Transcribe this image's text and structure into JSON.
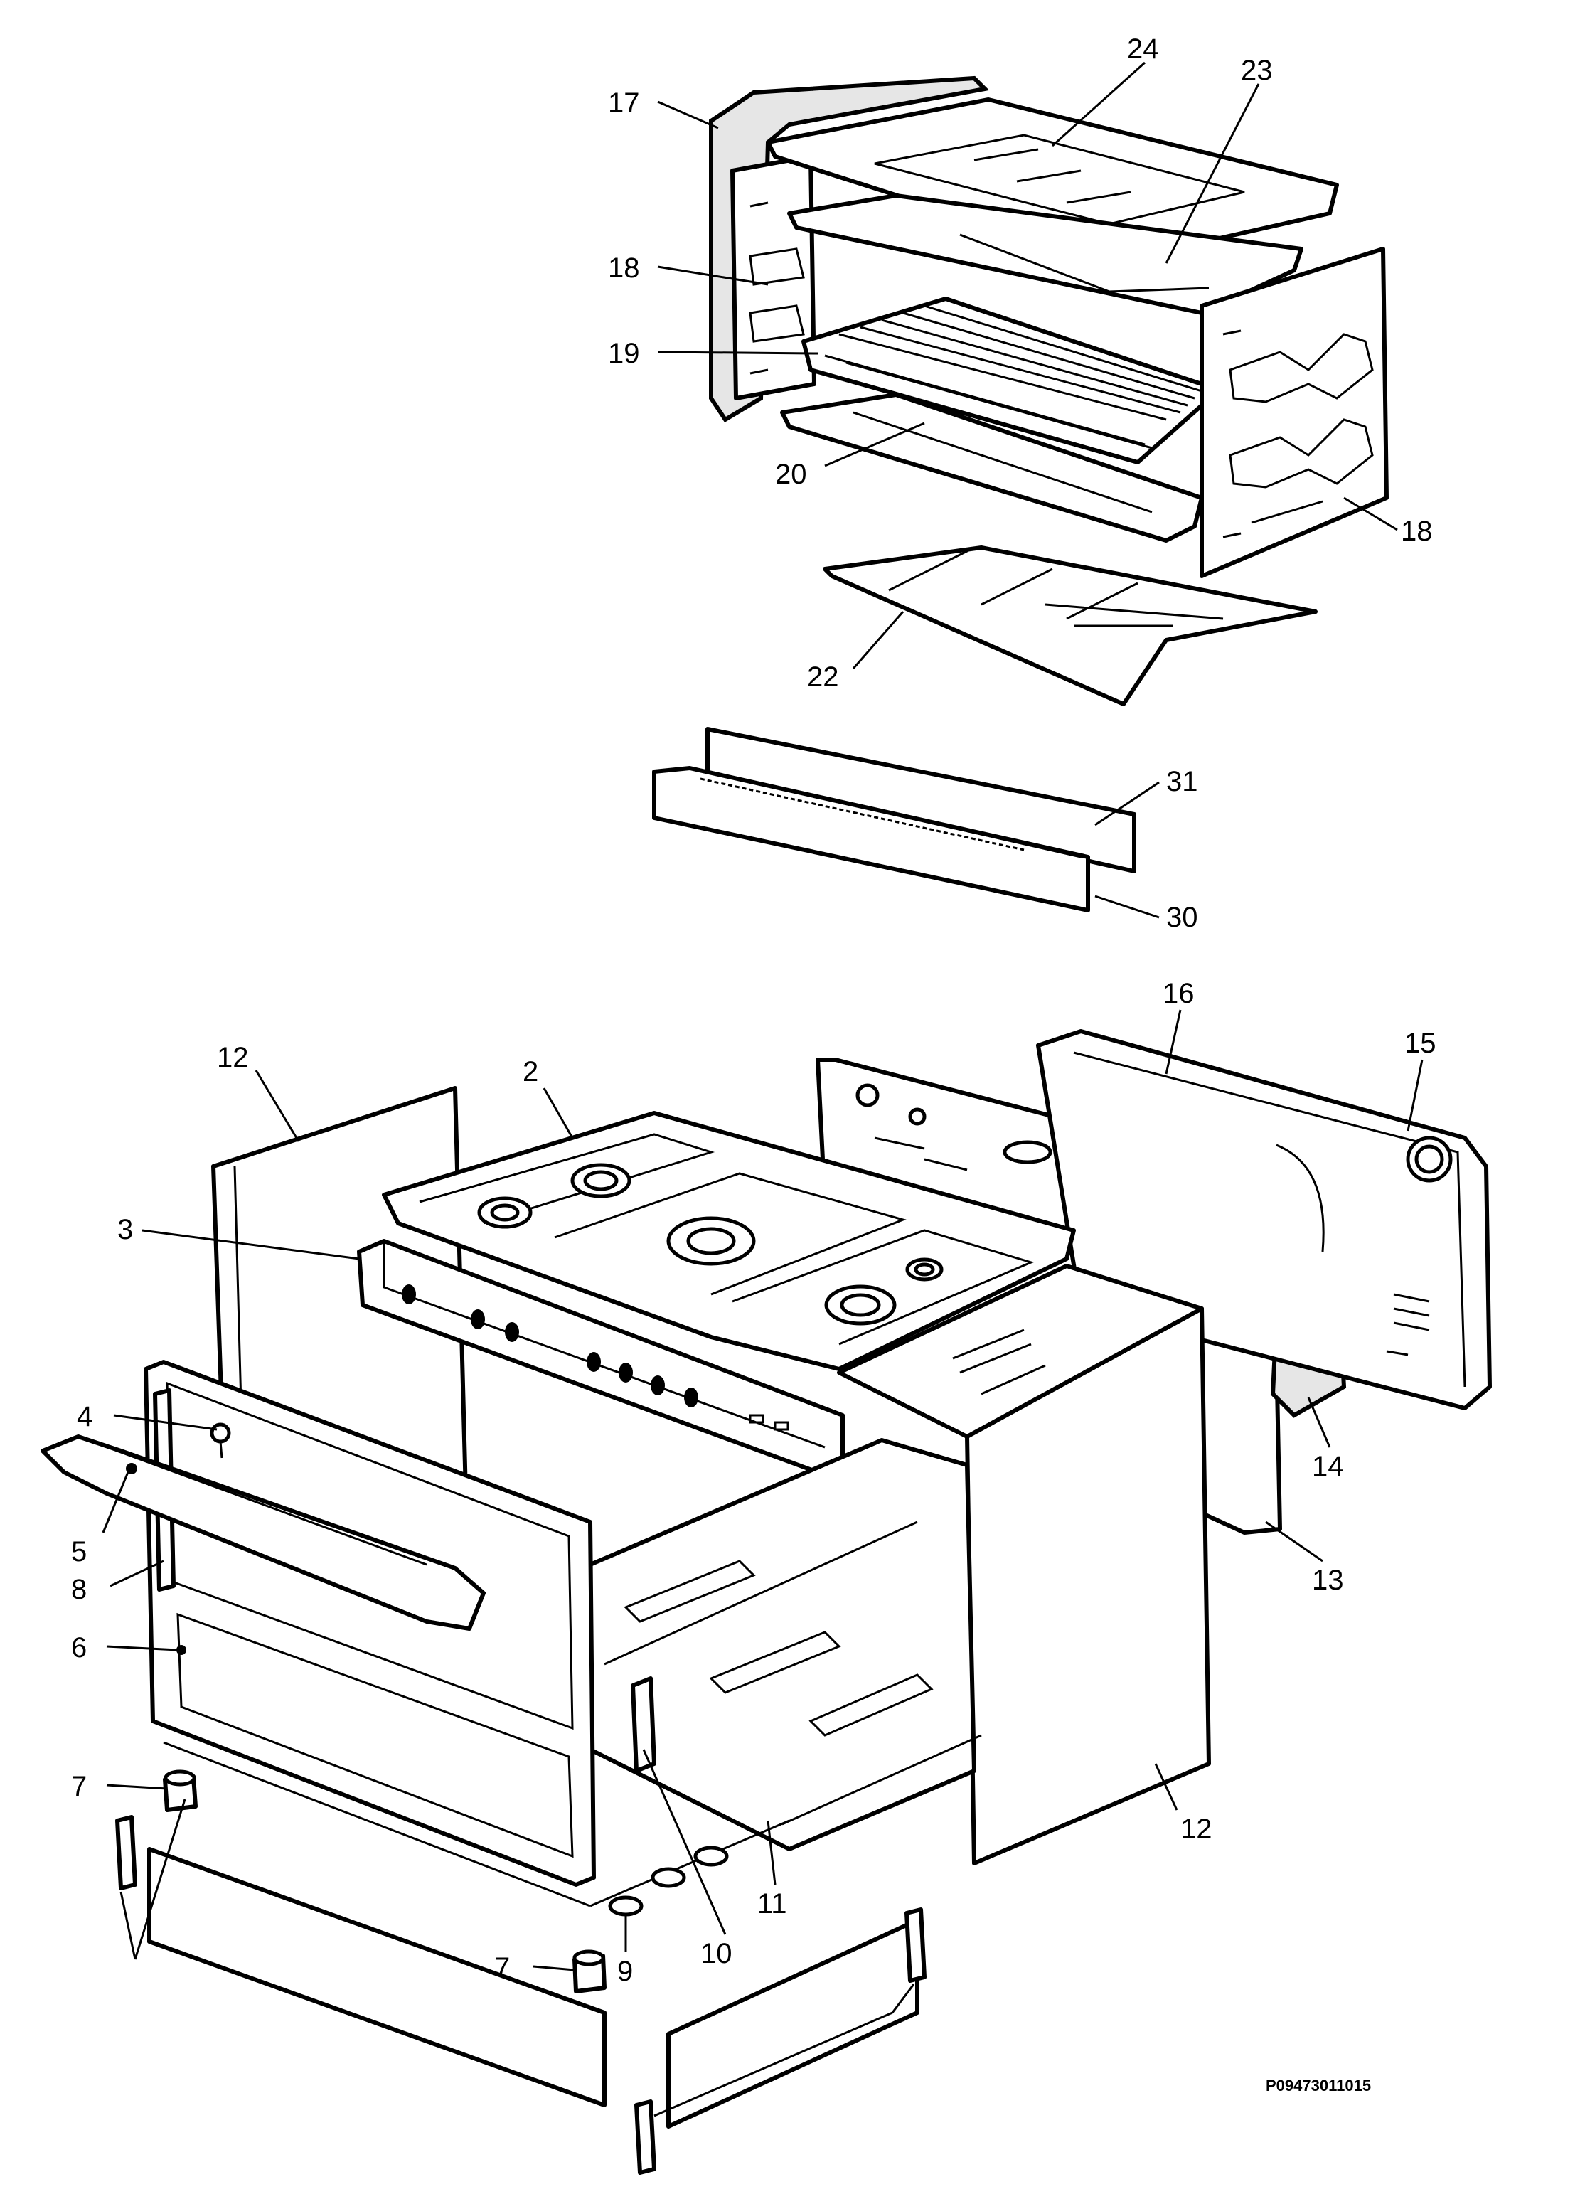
{
  "diagram": {
    "drawing_code": "P09473011015",
    "callouts": [
      "24",
      "23",
      "17",
      "18",
      "19",
      "20",
      "18",
      "22",
      "31",
      "30",
      "16",
      "15",
      "12",
      "2",
      "3",
      "4",
      "5",
      "8",
      "6",
      "14",
      "13",
      "7",
      "12",
      "11",
      "10",
      "9",
      "7"
    ]
  }
}
